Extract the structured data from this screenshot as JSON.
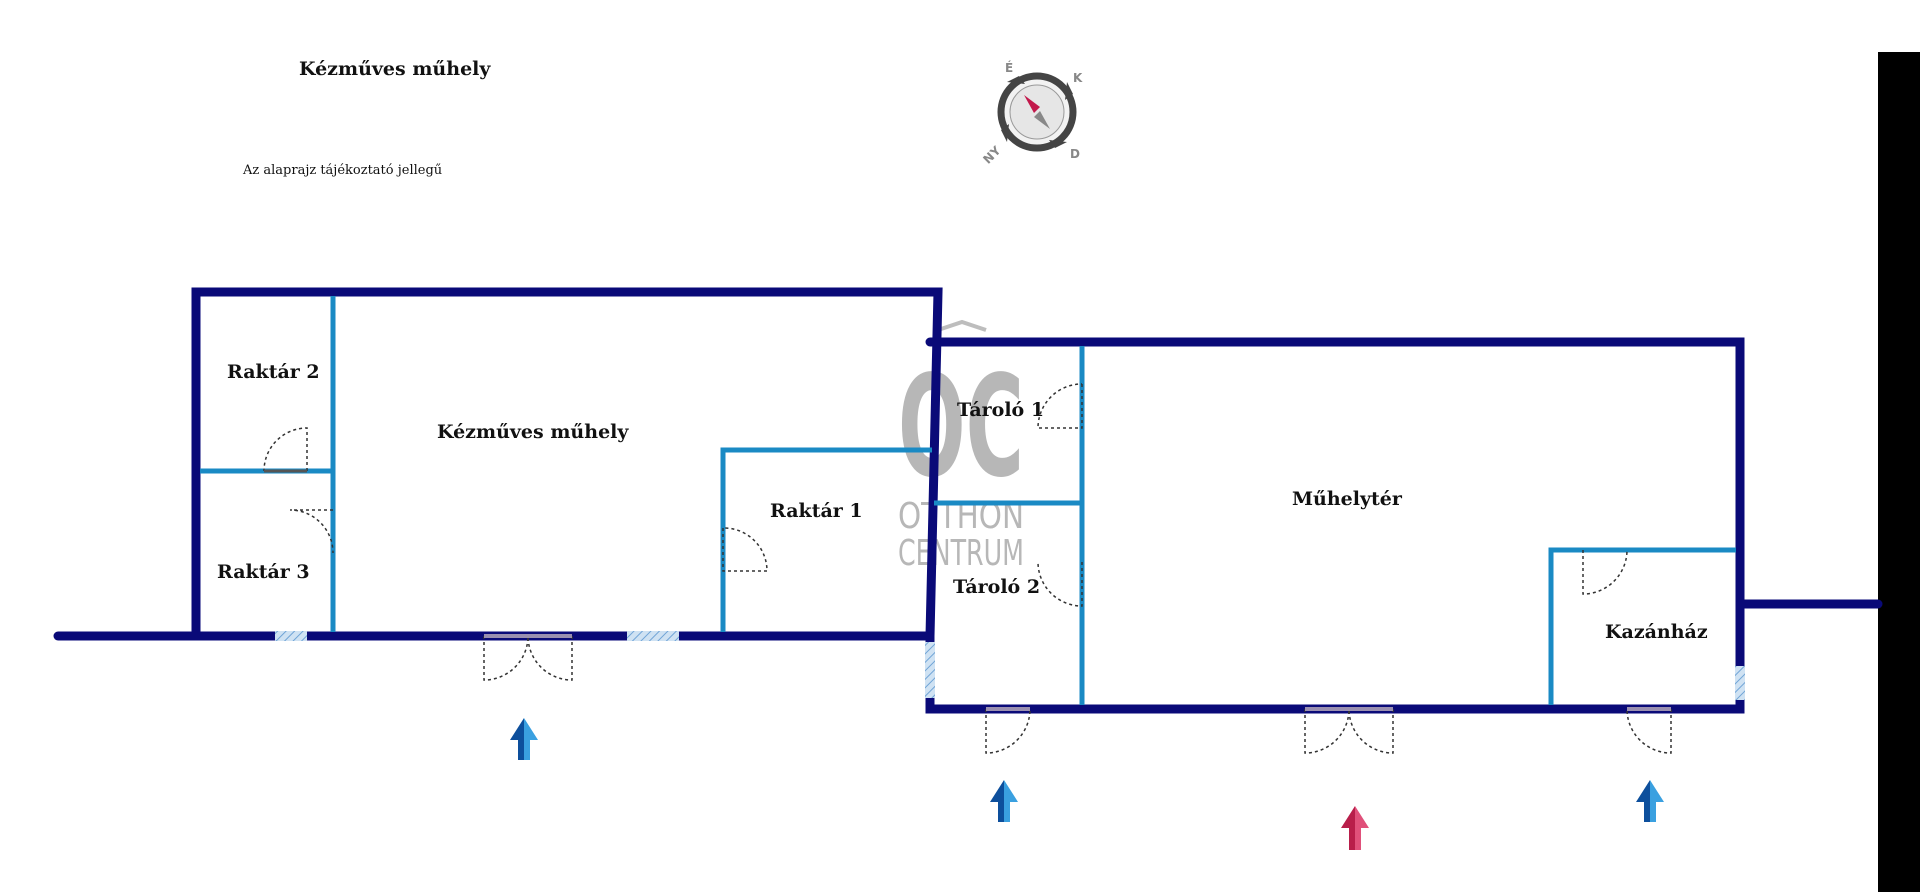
{
  "title": "Kézműves műhely",
  "note": "Az alaprajz tájékoztató jellegű",
  "compass": {
    "north": "É",
    "east": "K",
    "south": "D",
    "west": "NY"
  },
  "watermark": {
    "logo": "OC",
    "line1": "OTTHON",
    "line2": "CENTRUM"
  },
  "rooms": {
    "raktar2": "Raktár 2",
    "raktar3": "Raktár 3",
    "kezmuves": "Kézműves műhely",
    "raktar1": "Raktár 1",
    "tarolo1": "Tároló 1",
    "tarolo2": "Tároló 2",
    "muhelyter": "Műhelytér",
    "kazanhaz": "Kazánház"
  },
  "colors": {
    "outer_wall": "#0a0a78",
    "inner_wall": "#1a8ac4",
    "window": "#8ab6e0",
    "entrance_arrow": "#1a7fc4",
    "main_entrance_arrow": "#d6325a",
    "door": "#333333"
  }
}
